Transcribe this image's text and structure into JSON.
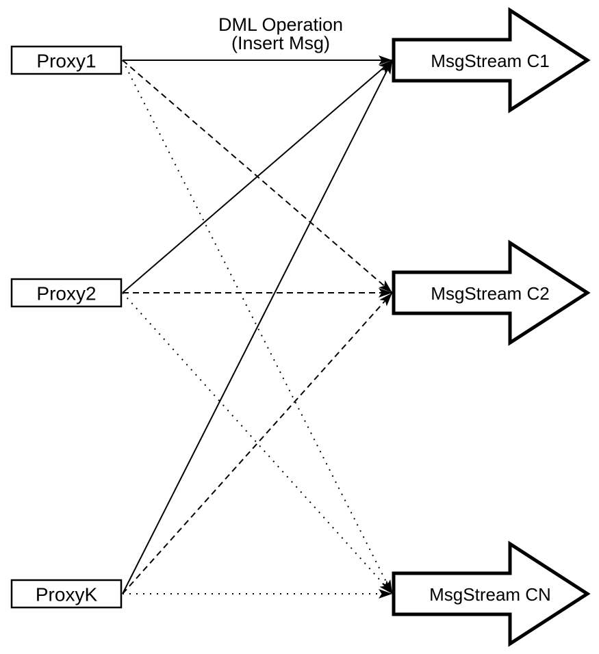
{
  "diagram": {
    "background_color": "#ffffff",
    "stroke_color": "#000000",
    "node_fill_color": "#ffffff",
    "title": {
      "line1": "DML Operation",
      "line2": "(Insert Msg)"
    },
    "proxies": [
      {
        "id": "proxy1",
        "label": "Proxy1"
      },
      {
        "id": "proxy2",
        "label": "Proxy2"
      },
      {
        "id": "proxyk",
        "label": "ProxyK"
      }
    ],
    "streams": [
      {
        "id": "c1",
        "label": "MsgStream C1"
      },
      {
        "id": "c2",
        "label": "MsgStream C2"
      },
      {
        "id": "cn",
        "label": "MsgStream CN"
      }
    ],
    "edges": [
      {
        "from": "proxy1",
        "to": "c1",
        "style": "solid"
      },
      {
        "from": "proxy1",
        "to": "c2",
        "style": "dashed"
      },
      {
        "from": "proxy1",
        "to": "cn",
        "style": "dotted"
      },
      {
        "from": "proxy2",
        "to": "c1",
        "style": "solid"
      },
      {
        "from": "proxy2",
        "to": "c2",
        "style": "dashed"
      },
      {
        "from": "proxy2",
        "to": "cn",
        "style": "dotted"
      },
      {
        "from": "proxyk",
        "to": "c1",
        "style": "solid"
      },
      {
        "from": "proxyk",
        "to": "c2",
        "style": "dashed"
      },
      {
        "from": "proxyk",
        "to": "cn",
        "style": "dotted"
      }
    ]
  }
}
